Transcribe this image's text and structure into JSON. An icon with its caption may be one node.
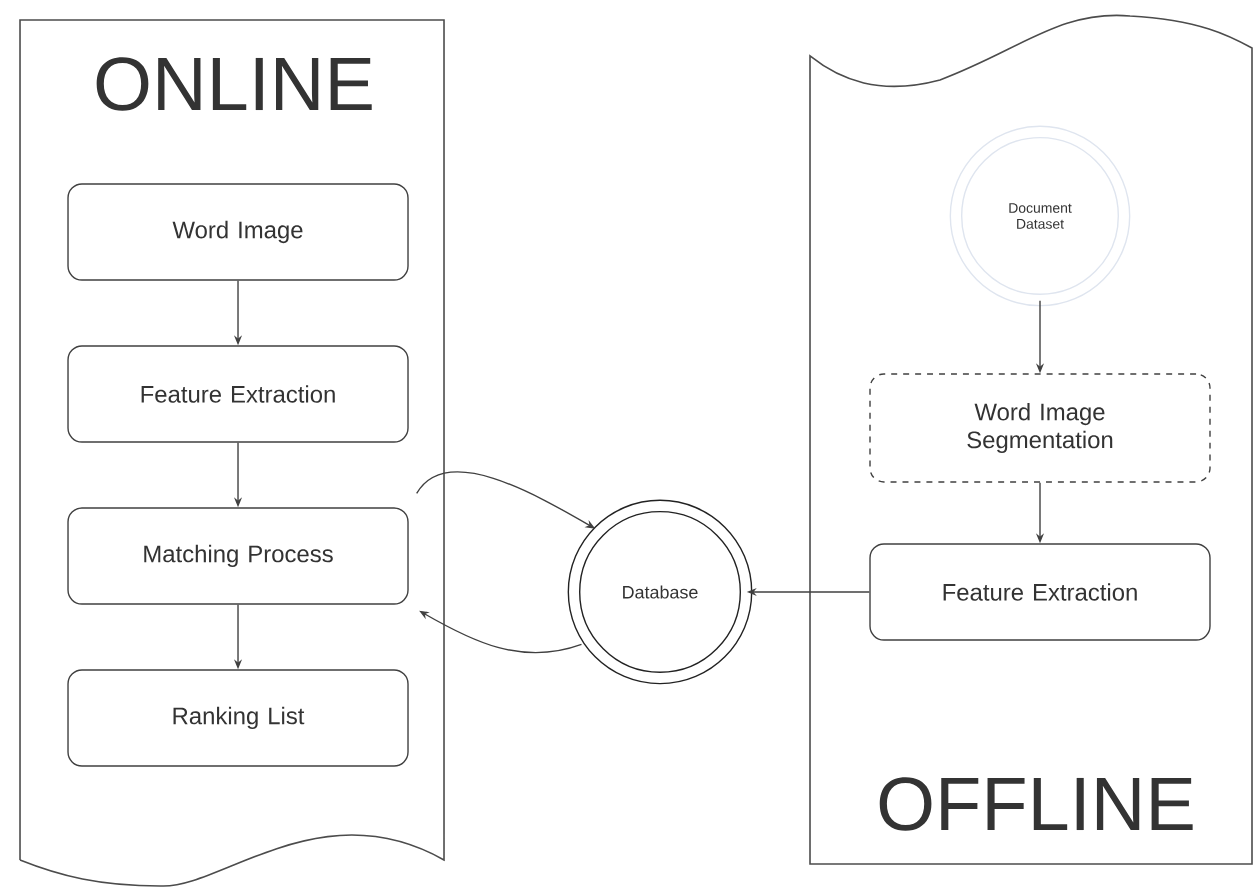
{
  "diagram": {
    "nodes": [
      {
        "text": [
          "ONLINE"
        ]
      },
      {
        "text": [
          "Word Image"
        ],
        "in": 0
      },
      {
        "text": [
          "Feature Extraction"
        ],
        "in": 0
      },
      {
        "text": [
          "Matching Process"
        ],
        "in": 0
      },
      {
        "text": [
          "Ranking List"
        ],
        "in": 0
      },
      {
        "text": [
          "OFFLINE"
        ]
      },
      {
        "text": [
          "Document Dataset"
        ],
        "in": 5
      },
      {
        "text": [
          "Word Image Segmentation"
        ],
        "in": 5
      },
      {
        "text": [
          "Feature Extraction"
        ],
        "in": 5
      },
      {
        "text": [
          "Database"
        ]
      }
    ],
    "edges": [
      {
        "from": 1,
        "to": 2,
        "arrow": "to"
      },
      {
        "from": 2,
        "to": 3,
        "arrow": "to"
      },
      {
        "from": 3,
        "to": 4,
        "arrow": "to"
      },
      {
        "from": 3,
        "to": 9,
        "arrow": "to"
      },
      {
        "from": 9,
        "to": 3,
        "arrow": "to"
      },
      {
        "from": 6,
        "to": 7,
        "arrow": "to"
      },
      {
        "from": 7,
        "to": 8,
        "arrow": "to"
      },
      {
        "from": 8,
        "to": 9,
        "arrow": "to"
      }
    ]
  }
}
